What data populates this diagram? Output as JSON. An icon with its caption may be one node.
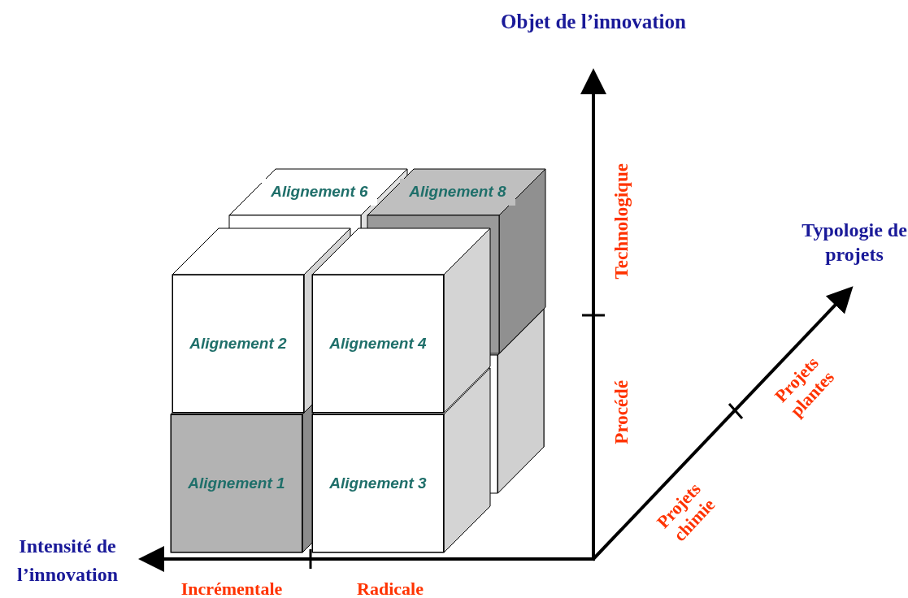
{
  "diagram": {
    "nodes": [
      {
        "text": [
          "Alignement 6"
        ]
      },
      {
        "text": [
          "Alignement 8"
        ]
      },
      {
        "text": [
          "Alignement 2"
        ]
      },
      {
        "text": [
          "Alignement 4"
        ]
      },
      {
        "text": [
          "Alignement 1"
        ]
      },
      {
        "text": [
          "Alignement 3"
        ]
      },
      {
        "text": [],
        "shape": "box"
      }
    ],
    "edges": [],
    "labels": [
      "Objet de l’innovation",
      "Technologique",
      "Typologie de projets",
      "Procédé",
      "Projets plantes",
      "Projets chimie",
      "Intensité de l’innovation",
      "Incrémentale",
      "Radicale"
    ]
  }
}
